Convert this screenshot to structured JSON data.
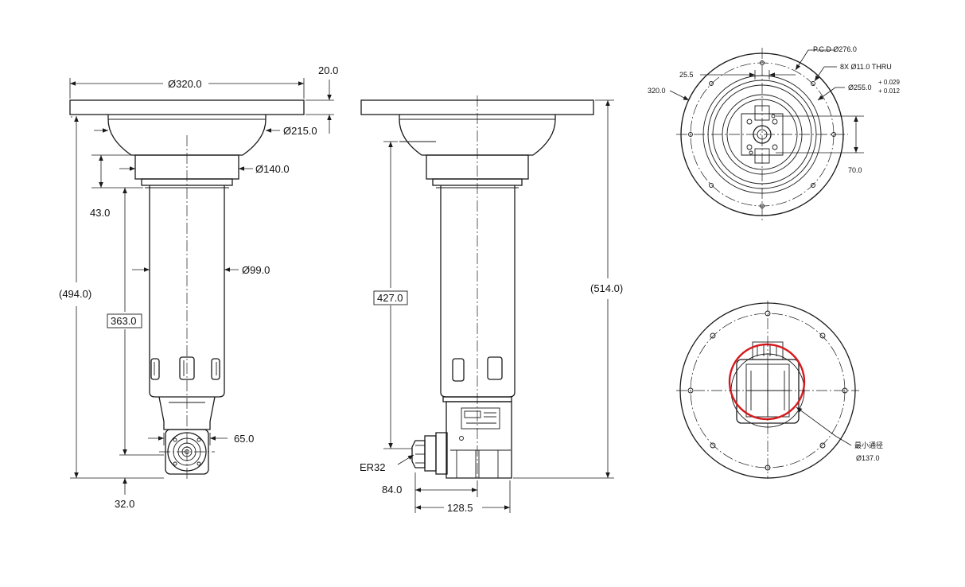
{
  "colors": {
    "line": "#1a1a1a",
    "highlight_ring": "#d7191c",
    "background": "#ffffff"
  },
  "front_view": {
    "flange_diameter": "Ø320.0",
    "flange_thickness": "20.0",
    "taper_diameter": "Ø215.0",
    "collar_diameter": "Ø140.0",
    "collar_height": "43.0",
    "tube_diameter": "Ø99.0",
    "overall_length": "(494.0)",
    "tube_length": "363.0",
    "head_width": "65.0",
    "bottom_offset": "32.0"
  },
  "side_view": {
    "spindle_length": "427.0",
    "overall_length": "(514.0)",
    "collet": "ER32",
    "nose_offset": "84.0",
    "head_depth": "128.5"
  },
  "top_view": {
    "pcd": "P.C.D Ø276.0",
    "holes": "8X Ø11.0 THRU",
    "pilot_diameter": "Ø255.0",
    "tol_upper": "+ 0.029",
    "tol_lower": "+ 0.012",
    "outer_diameter": "320.0",
    "slot_offset": "25.5",
    "key_height": "70.0"
  },
  "bottom_view": {
    "bore_label": "最小通径",
    "bore_diameter": "Ø137.0"
  }
}
